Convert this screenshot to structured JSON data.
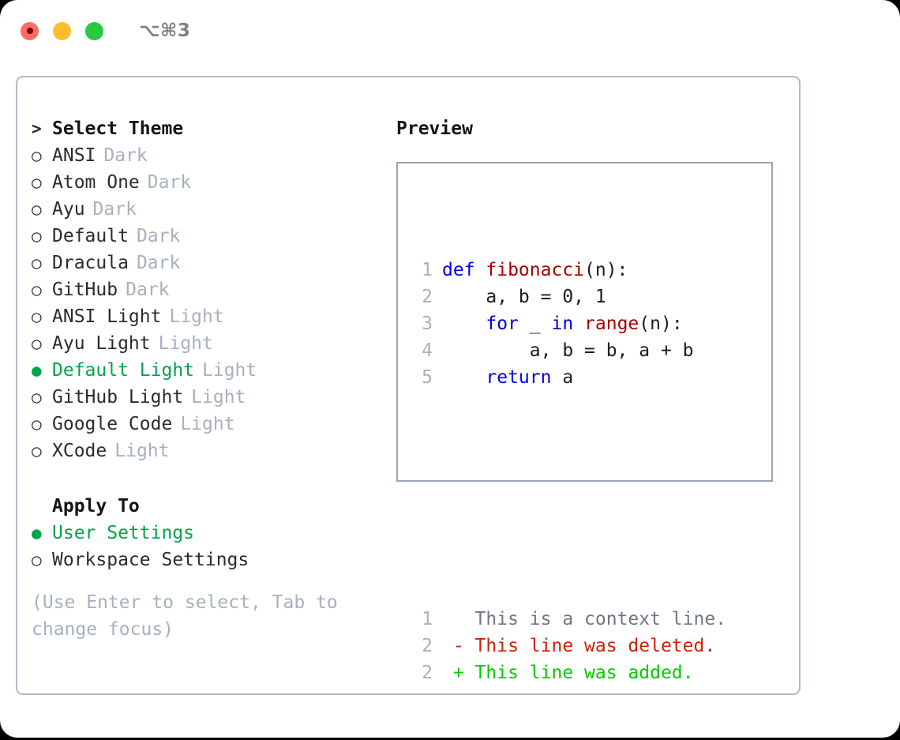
{
  "window": {
    "title": "⌥⌘3",
    "traffic_lights": [
      {
        "name": "close",
        "color": "#ff6b61"
      },
      {
        "name": "minimize",
        "color": "#ffbd2e"
      },
      {
        "name": "maximize",
        "color": "#28c840"
      }
    ]
  },
  "colors": {
    "accent_green": "#00a44b",
    "tag_gray": "#a8b0bd",
    "panel_border": "#b2bac6",
    "preview_border": "#9aa5b5",
    "keyword_blue": "#0000dd",
    "function_red": "#aa0000",
    "diff_delete": "#cc2200",
    "diff_add": "#00cc00",
    "diff_context": "#6f7782"
  },
  "theme_picker": {
    "prompt_marker": ">",
    "heading": "Select Theme",
    "marker_unselected": "○",
    "marker_selected": "●",
    "items": [
      {
        "label": "ANSI",
        "tag": "Dark",
        "selected": false
      },
      {
        "label": "Atom One",
        "tag": "Dark",
        "selected": false
      },
      {
        "label": "Ayu",
        "tag": "Dark",
        "selected": false
      },
      {
        "label": "Default",
        "tag": "Dark",
        "selected": false
      },
      {
        "label": "Dracula",
        "tag": "Dark",
        "selected": false
      },
      {
        "label": "GitHub",
        "tag": "Dark",
        "selected": false
      },
      {
        "label": "ANSI Light",
        "tag": "Light",
        "selected": false
      },
      {
        "label": "Ayu Light",
        "tag": "Light",
        "selected": false
      },
      {
        "label": "Default Light",
        "tag": "Light",
        "selected": true
      },
      {
        "label": "GitHub Light",
        "tag": "Light",
        "selected": false
      },
      {
        "label": "Google Code",
        "tag": "Light",
        "selected": false
      },
      {
        "label": "XCode",
        "tag": "Light",
        "selected": false
      }
    ]
  },
  "apply_to": {
    "heading": "Apply To",
    "items": [
      {
        "label": "User Settings",
        "selected": true
      },
      {
        "label": "Workspace Settings",
        "selected": false
      }
    ]
  },
  "hint": "(Use Enter to select, Tab to change focus)",
  "preview": {
    "title": "Preview",
    "code_lines": [
      {
        "number": "1",
        "tokens": [
          {
            "text": "def ",
            "style": "kw"
          },
          {
            "text": "fibonacci",
            "style": "fn"
          },
          {
            "text": "(n):",
            "style": "plain"
          }
        ]
      },
      {
        "number": "2",
        "tokens": [
          {
            "text": "    a, b = 0, 1",
            "style": "plain"
          }
        ]
      },
      {
        "number": "3",
        "tokens": [
          {
            "text": "    ",
            "style": "plain"
          },
          {
            "text": "for",
            "style": "kw"
          },
          {
            "text": " _ ",
            "style": "plain"
          },
          {
            "text": "in ",
            "style": "kw"
          },
          {
            "text": "range",
            "style": "fn"
          },
          {
            "text": "(n):",
            "style": "plain"
          }
        ]
      },
      {
        "number": "4",
        "tokens": [
          {
            "text": "        a, b = b, a + b",
            "style": "plain"
          }
        ]
      },
      {
        "number": "5",
        "tokens": [
          {
            "text": "    ",
            "style": "plain"
          },
          {
            "text": "return",
            "style": "kw"
          },
          {
            "text": " a",
            "style": "plain"
          }
        ]
      }
    ],
    "diff_lines": [
      {
        "number": "1",
        "sign": " ",
        "text": " This is a context line.",
        "style": "ctx"
      },
      {
        "number": "2",
        "sign": "-",
        "text": " This line was deleted.",
        "style": "del"
      },
      {
        "number": "2",
        "sign": "+",
        "text": " This line was added.",
        "style": "add"
      }
    ]
  }
}
